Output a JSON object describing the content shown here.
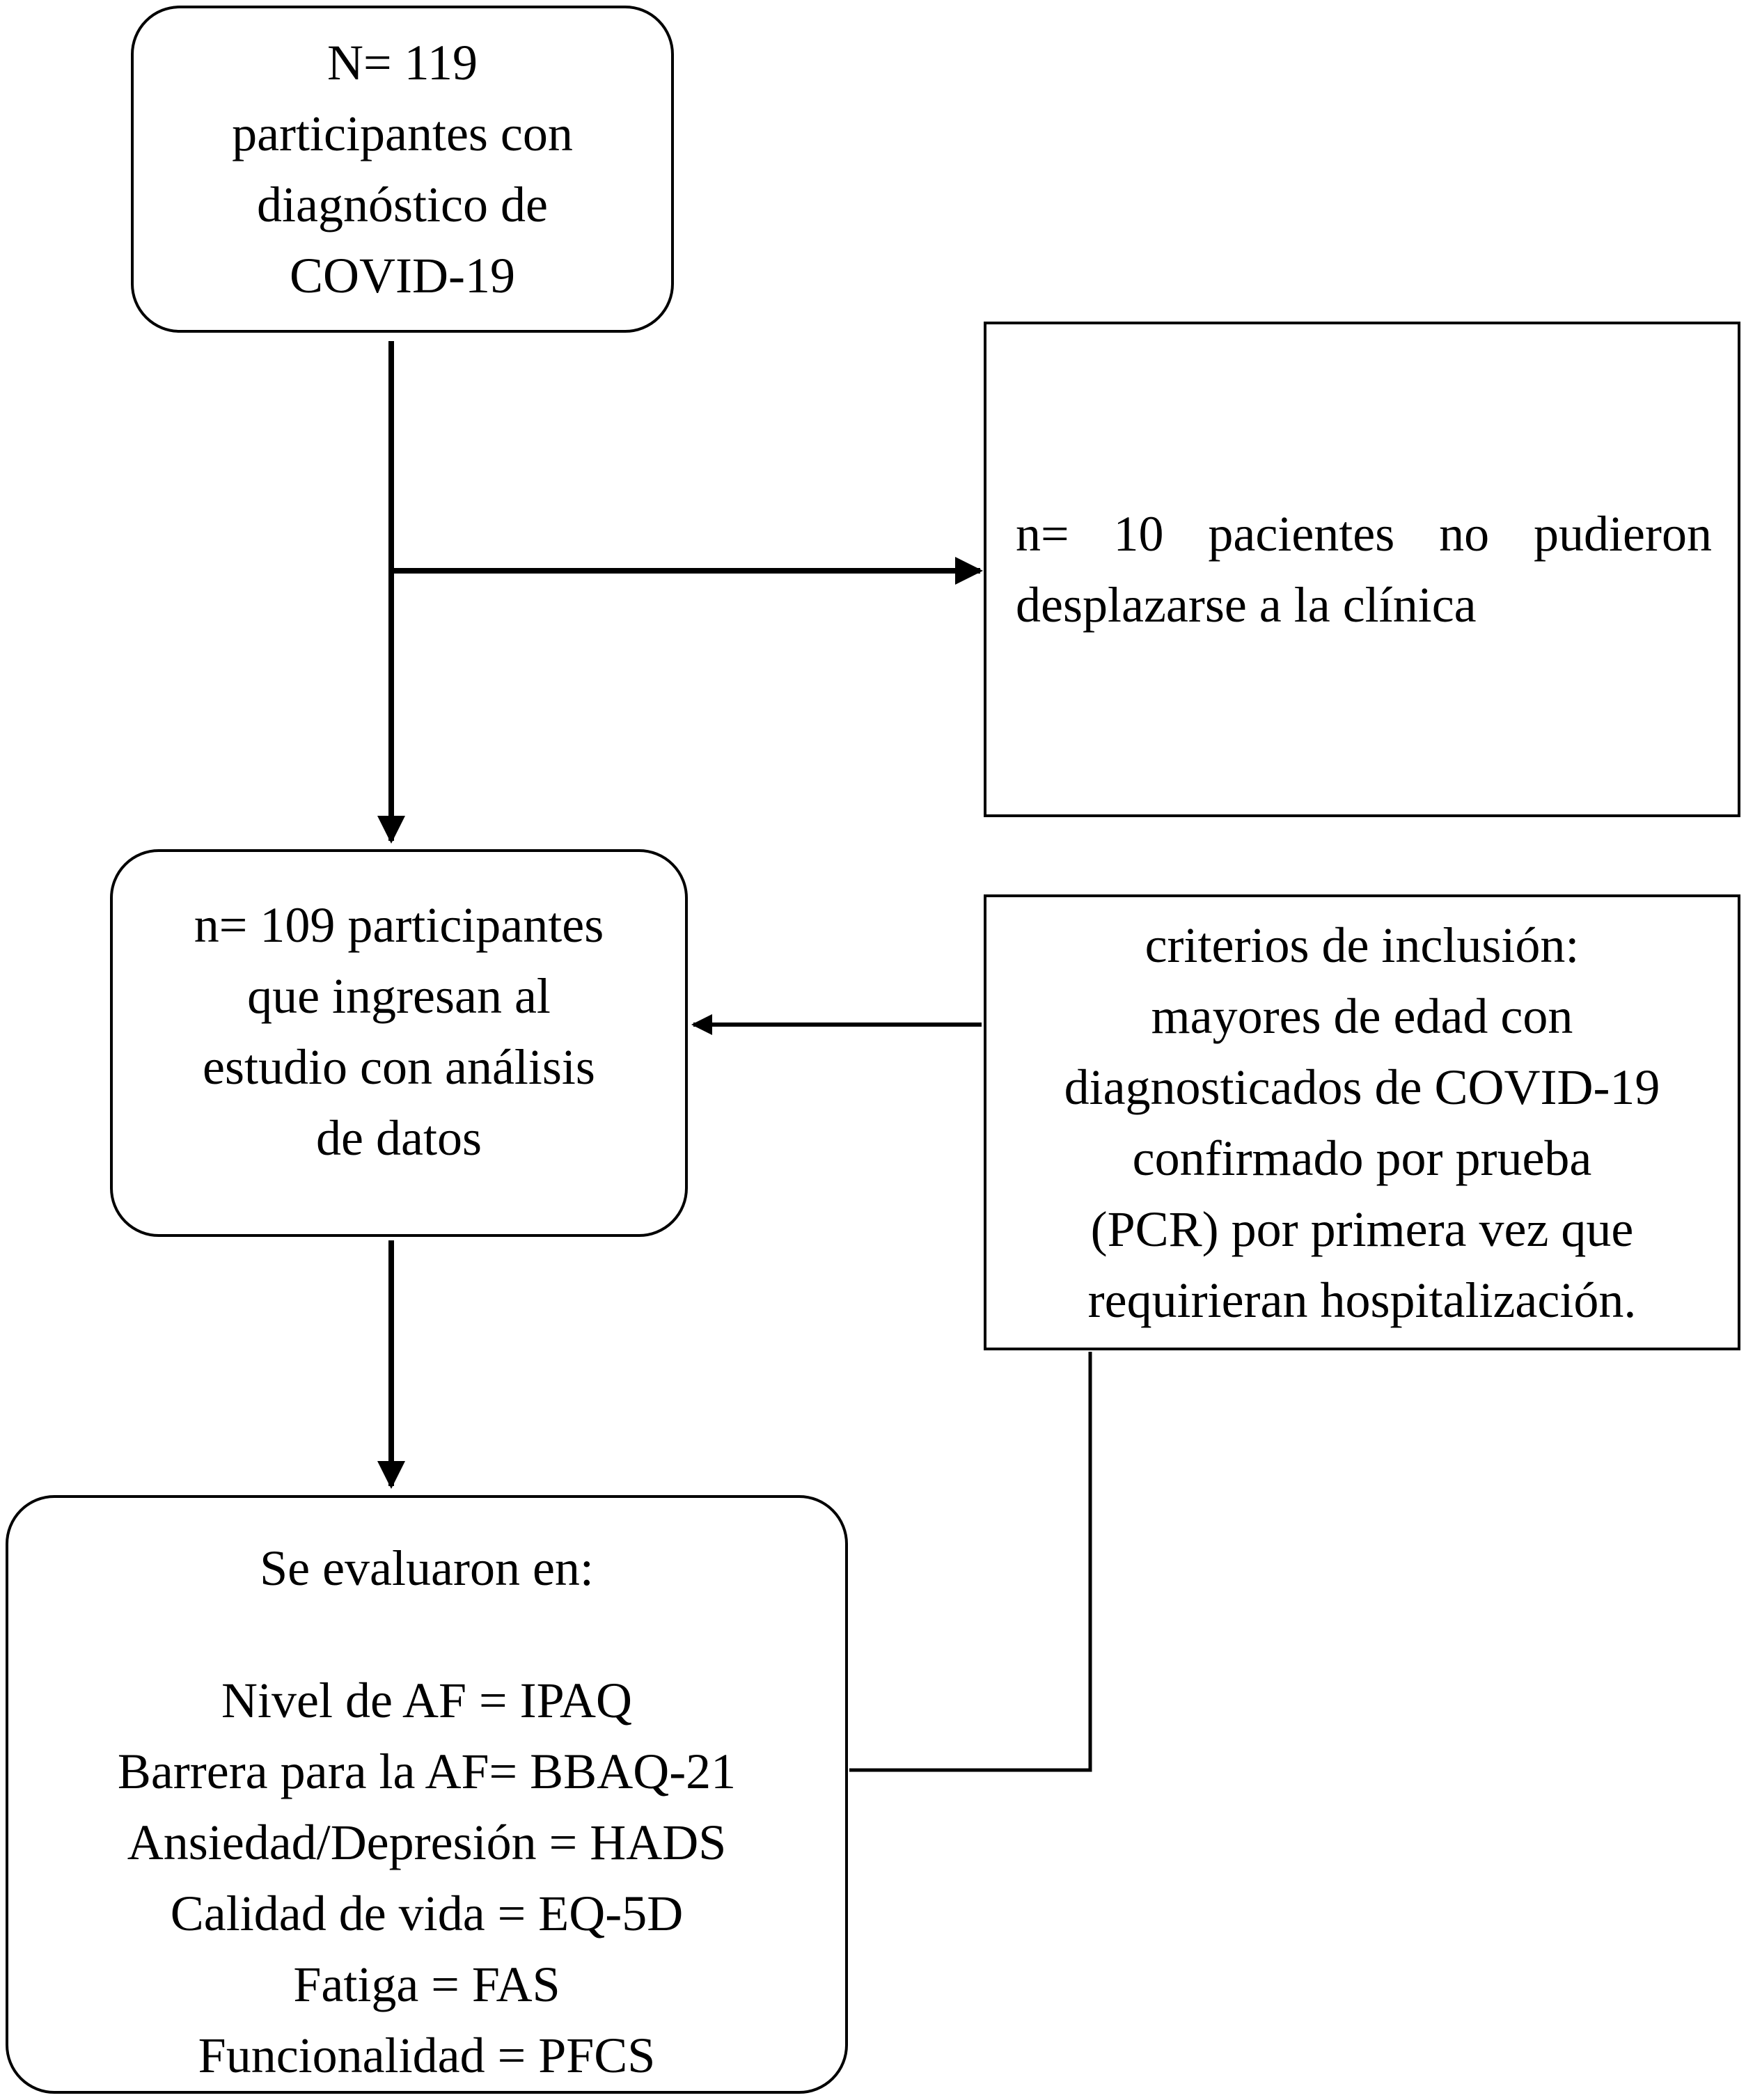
{
  "nodes": {
    "total": {
      "lines": [
        "N= 119",
        "participantes con",
        "diagnóstico de",
        "COVID-19"
      ]
    },
    "excluded": {
      "lines": [
        "n= 10 pacientes no pudieron",
        "desplazarse a la clínica"
      ]
    },
    "included": {
      "lines": [
        "n= 109 participantes",
        "que ingresan al",
        "estudio con análisis",
        "de datos"
      ]
    },
    "criteria": {
      "lines": [
        "criterios de inclusión:",
        "mayores de edad con",
        "diagnosticados de COVID-19",
        "confirmado por prueba",
        "(PCR) por primera vez que",
        "requirieran hospitalización."
      ]
    },
    "evaluated": {
      "heading": "Se evaluaron en:",
      "lines": [
        "Nivel de AF = IPAQ",
        "Barrera para la AF= BBAQ-21",
        "Ansiedad/Depresión = HADS",
        "Calidad de vida = EQ-5D",
        "Fatiga = FAS",
        "Funcionalidad = PFCS"
      ]
    }
  }
}
